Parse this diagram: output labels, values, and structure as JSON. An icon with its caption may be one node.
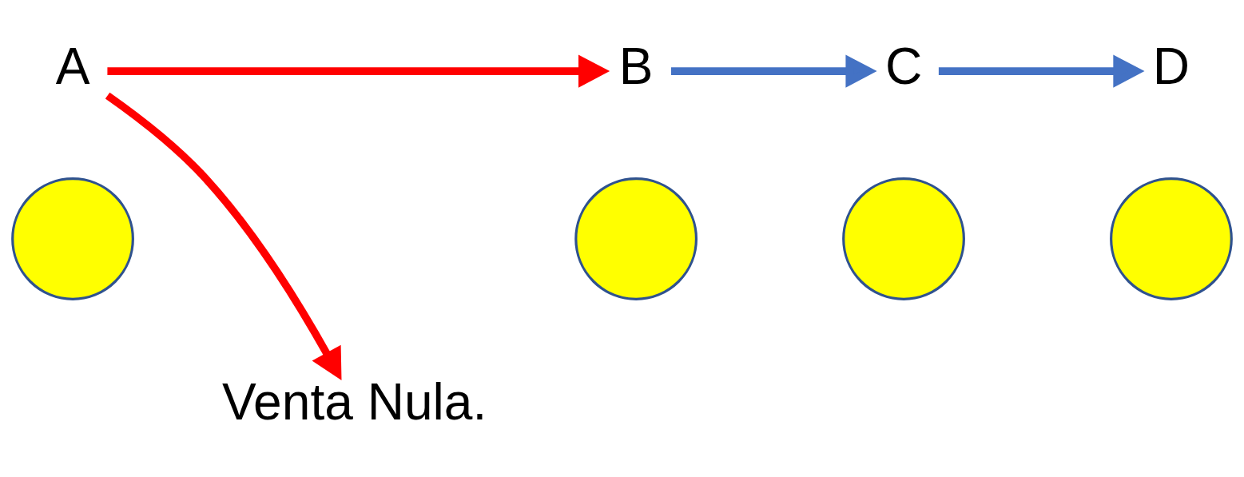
{
  "diagram": {
    "nodes": [
      {
        "text": [
          "A"
        ]
      },
      {
        "text": [
          "B"
        ]
      },
      {
        "text": [
          "C"
        ]
      },
      {
        "text": [
          "D"
        ]
      },
      {
        "text": [],
        "shape": "circle"
      },
      {
        "text": [],
        "shape": "circle"
      },
      {
        "text": [],
        "shape": "circle"
      },
      {
        "text": [],
        "shape": "circle"
      },
      {
        "text": [
          "Venta Nula."
        ]
      }
    ],
    "edges": [
      {
        "from": 0,
        "to": 1,
        "arrow": "to",
        "color": "#ff0000"
      },
      {
        "from": 0,
        "to": 8,
        "arrow": "to",
        "color": "#ff0000"
      },
      {
        "from": 1,
        "to": 2,
        "arrow": "to",
        "color": "#4472c4"
      },
      {
        "from": 2,
        "to": 3,
        "arrow": "to",
        "color": "#4472c4"
      }
    ]
  }
}
